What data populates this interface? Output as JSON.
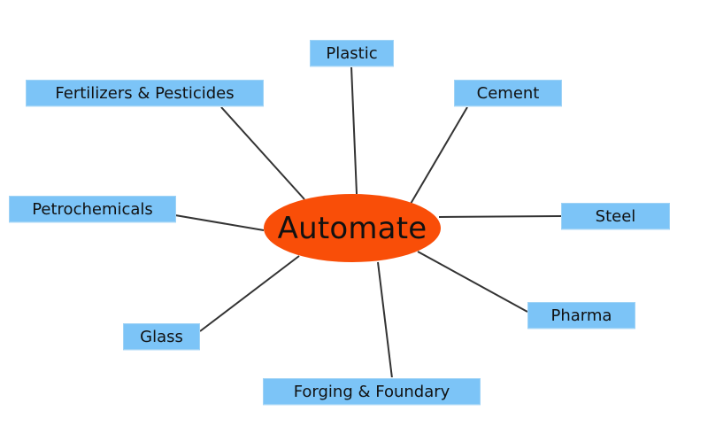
{
  "center": {
    "label": "Automate",
    "color": "#f94e08"
  },
  "box_color": "#7cc4f7",
  "line_color": "#333333",
  "nodes": [
    {
      "id": "plastic",
      "label": "Plastic"
    },
    {
      "id": "cement",
      "label": "Cement"
    },
    {
      "id": "fertilizers",
      "label": "Fertilizers & Pesticides"
    },
    {
      "id": "petrochemicals",
      "label": "Petrochemicals"
    },
    {
      "id": "steel",
      "label": "Steel"
    },
    {
      "id": "pharma",
      "label": "Pharma"
    },
    {
      "id": "glass",
      "label": "Glass"
    },
    {
      "id": "forging",
      "label": "Forging & Foundary"
    }
  ]
}
